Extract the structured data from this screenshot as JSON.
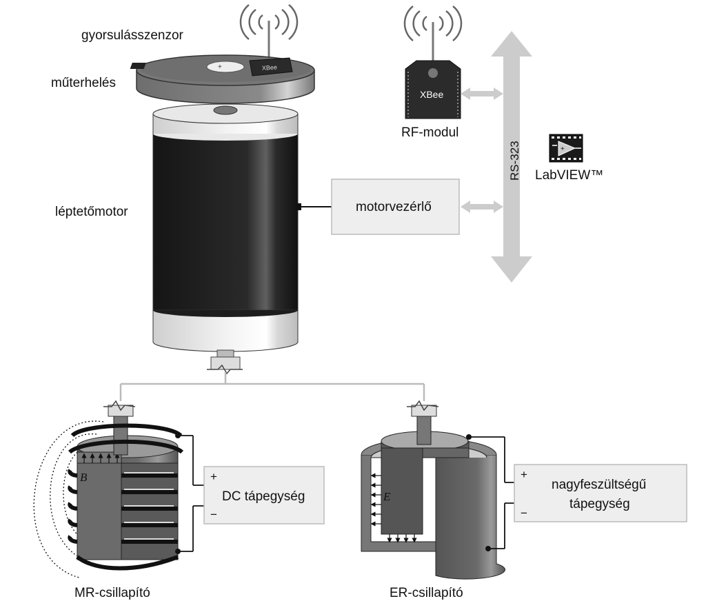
{
  "labels": {
    "accel_sensor": "gyorsulásszenzor",
    "artificial_load": "műterhelés",
    "stepper_motor": "léptetőmotor",
    "rf_module": "RF-modul",
    "xbee_module": "XBee",
    "xbee_sensor": "XBee",
    "rs323": "RS-323",
    "labview": "LabVIEW™",
    "motor_controller": "motorvezérlő",
    "dc_supply": "DC tápegység",
    "hv_supply_line1": "nagyfeszültségű",
    "hv_supply_line2": "tápegység",
    "mr_damper": "MR-csillapító",
    "er_damper": "ER-csillapító",
    "field_b": "B",
    "field_e": "E",
    "plus": "+",
    "minus": "−"
  },
  "icons": [
    "antenna-icon",
    "labview-icon",
    "xbee-chip-icon"
  ]
}
